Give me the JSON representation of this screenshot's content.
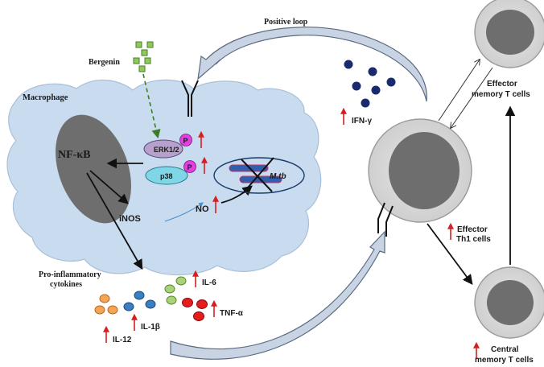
{
  "labels": {
    "bergenin": "Bergenin",
    "macrophage": "Macrophage",
    "nfkb": "NF-κB",
    "erk": "ERK1/2",
    "p38": "p38",
    "phospho": "P",
    "mtb": "M.tb",
    "inos": "iNOS",
    "no": "NO",
    "pro_inflammatory_1": "Pro-inflammatory",
    "pro_inflammatory_2": "cytokines",
    "il6": "IL-6",
    "il12": "IL-12",
    "il1b": "IL-1β",
    "tnfa": "TNF-α",
    "positive_loop": "Positive loop",
    "ifng": "IFN-γ",
    "effector_memory_1": "Effector",
    "effector_memory_2": "memory T cells",
    "effector_th1_1": "Effector",
    "effector_th1_2": "Th1 cells",
    "central_memory_1": "Central",
    "central_memory_2": "memory T cells"
  },
  "colors": {
    "macrophage_fill": "#c9dbef",
    "nucleus_fill": "#6e6e6e",
    "erk_fill": "#b7a0cc",
    "p38_fill": "#7fd6e6",
    "phospho_fill": "#e23fe0",
    "up_arrow": "#d42020",
    "ifng_dot": "#1a2a6e",
    "il12_dot": "#f3a456",
    "il1b_dot": "#3a7fc0",
    "il6_dot": "#a9d27a",
    "tnfa_dot": "#e41d1d",
    "bergenin_square": "#8fc95a",
    "loop_arrow": "#c8d4e3"
  }
}
